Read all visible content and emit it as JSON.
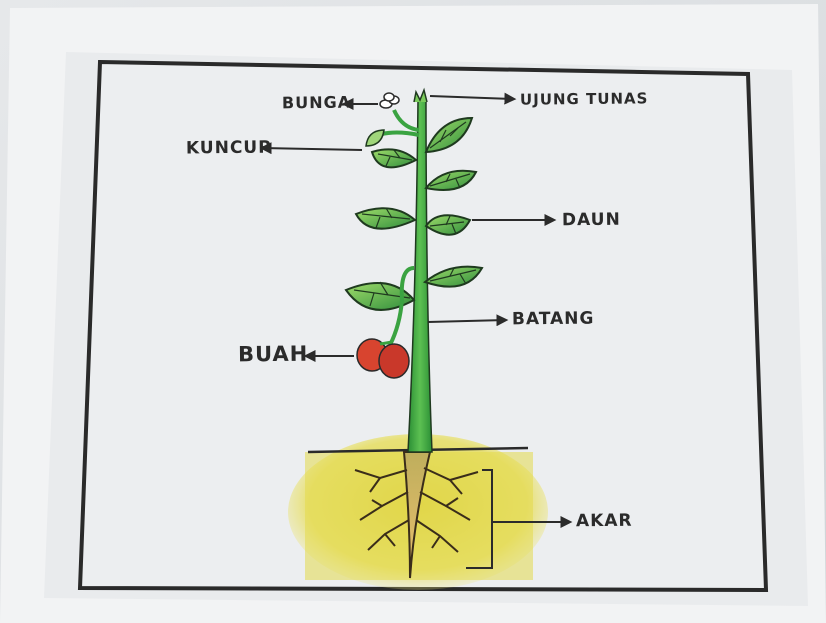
{
  "diagram": {
    "labels": {
      "bunga": "BUNGA",
      "ujung_tunas": "UJUNG TUNAS",
      "kuncup": "KUNCUP",
      "daun": "DAUN",
      "batang": "BATANG",
      "buah": "BUAH",
      "akar": "AKAR"
    },
    "colors": {
      "paper": "#eceef0",
      "frame": "#2a2a2a",
      "stem": "#3aa341",
      "leaf": "#6cc452",
      "leaf_dark": "#2f8d3c",
      "fruit": "#d8442f",
      "root": "#c89a4a",
      "soil": "#e4dc4a",
      "ink": "#2b2b2b"
    }
  }
}
